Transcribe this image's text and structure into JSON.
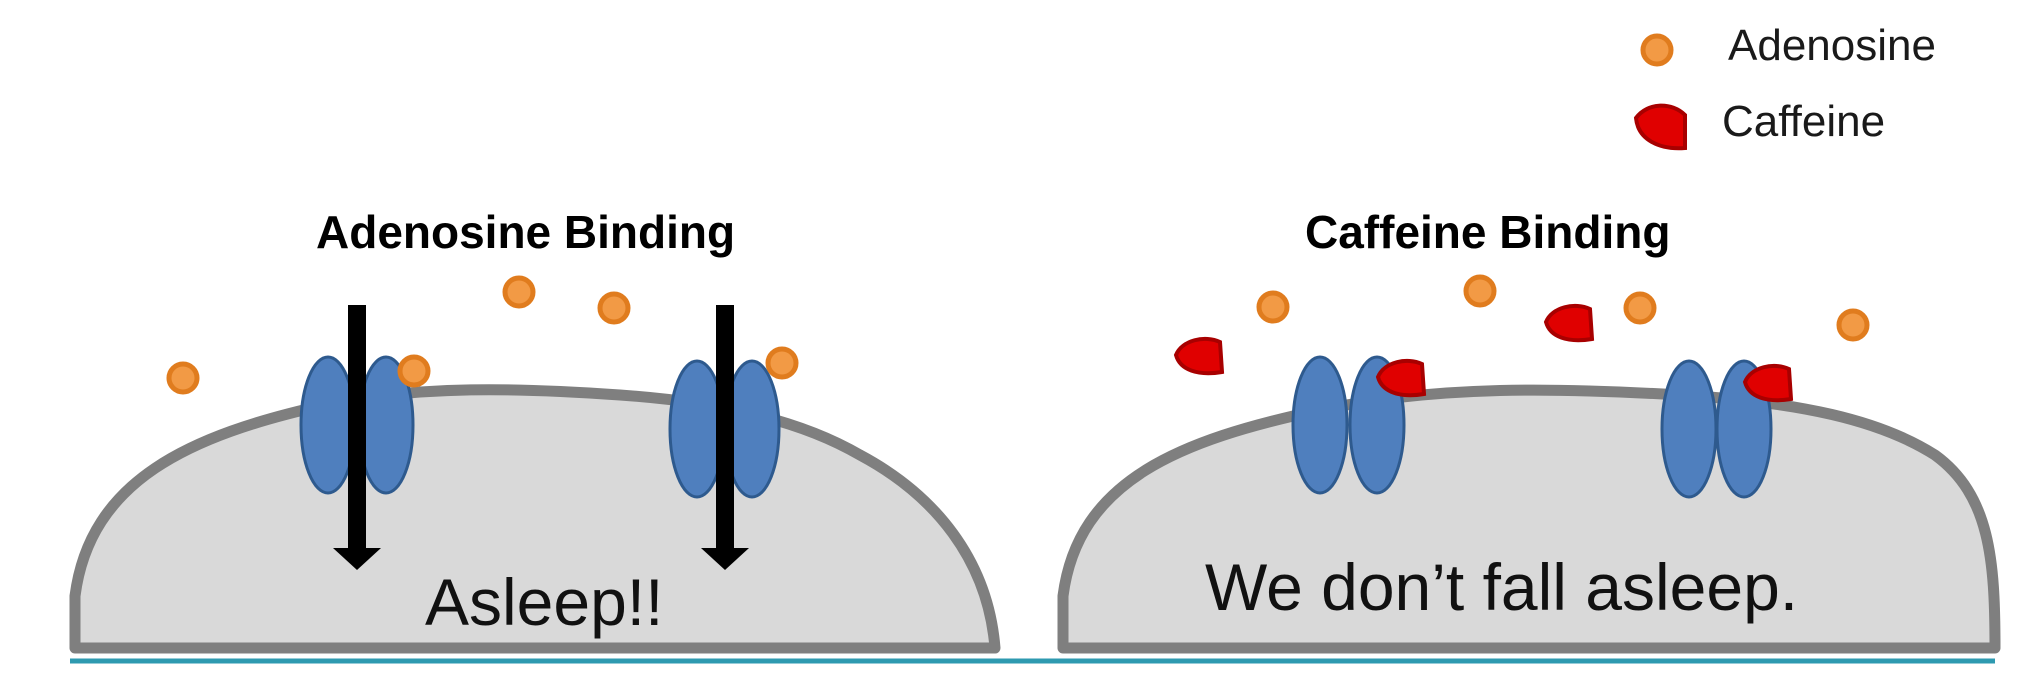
{
  "legend": {
    "items": [
      {
        "label": "Adenosine",
        "marker": "adenosine-circle"
      },
      {
        "label": "Caffeine",
        "marker": "caffeine-drop"
      }
    ]
  },
  "panels": [
    {
      "title": "Adenosine Binding",
      "caption": "Asleep!!",
      "signal_arrows": 2
    },
    {
      "title": "Caffeine Binding",
      "caption": "We don’t fall asleep.",
      "signal_arrows": 0
    }
  ],
  "colors": {
    "adenosine_fill": "#F29A45",
    "adenosine_stroke": "#E07C1E",
    "caffeine_fill": "#E00000",
    "caffeine_stroke": "#A80000",
    "receptor_fill": "#4F7FBE",
    "receptor_stroke": "#2E5A8E",
    "cell_fill": "#D9D9D9",
    "cell_stroke": "#7F7F7F",
    "arrow": "#000000",
    "baseline_accent": "#2E9AB0"
  }
}
